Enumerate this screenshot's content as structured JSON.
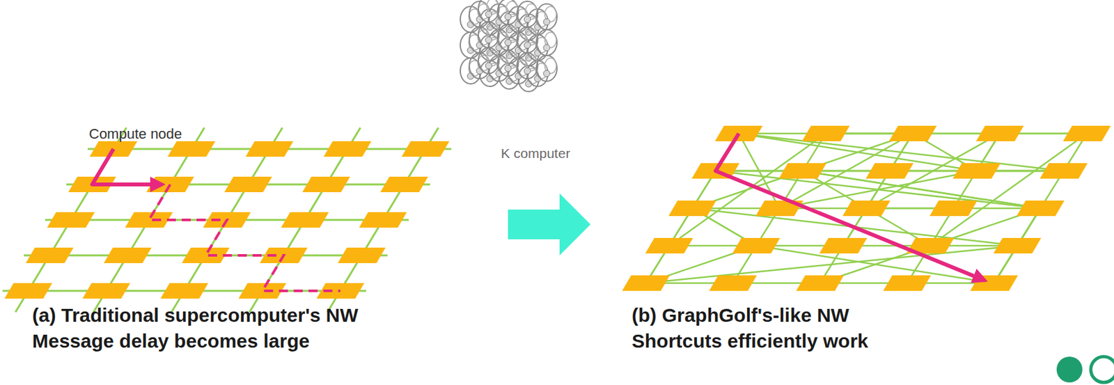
{
  "diagram": {
    "labels": [
      "Compute node",
      "K computer",
      "(a) Traditional supercomputer's NW",
      "Message delay becomes large",
      "(b) GraphGolf's-like NW",
      "Shortcuts efficiently work"
    ]
  }
}
